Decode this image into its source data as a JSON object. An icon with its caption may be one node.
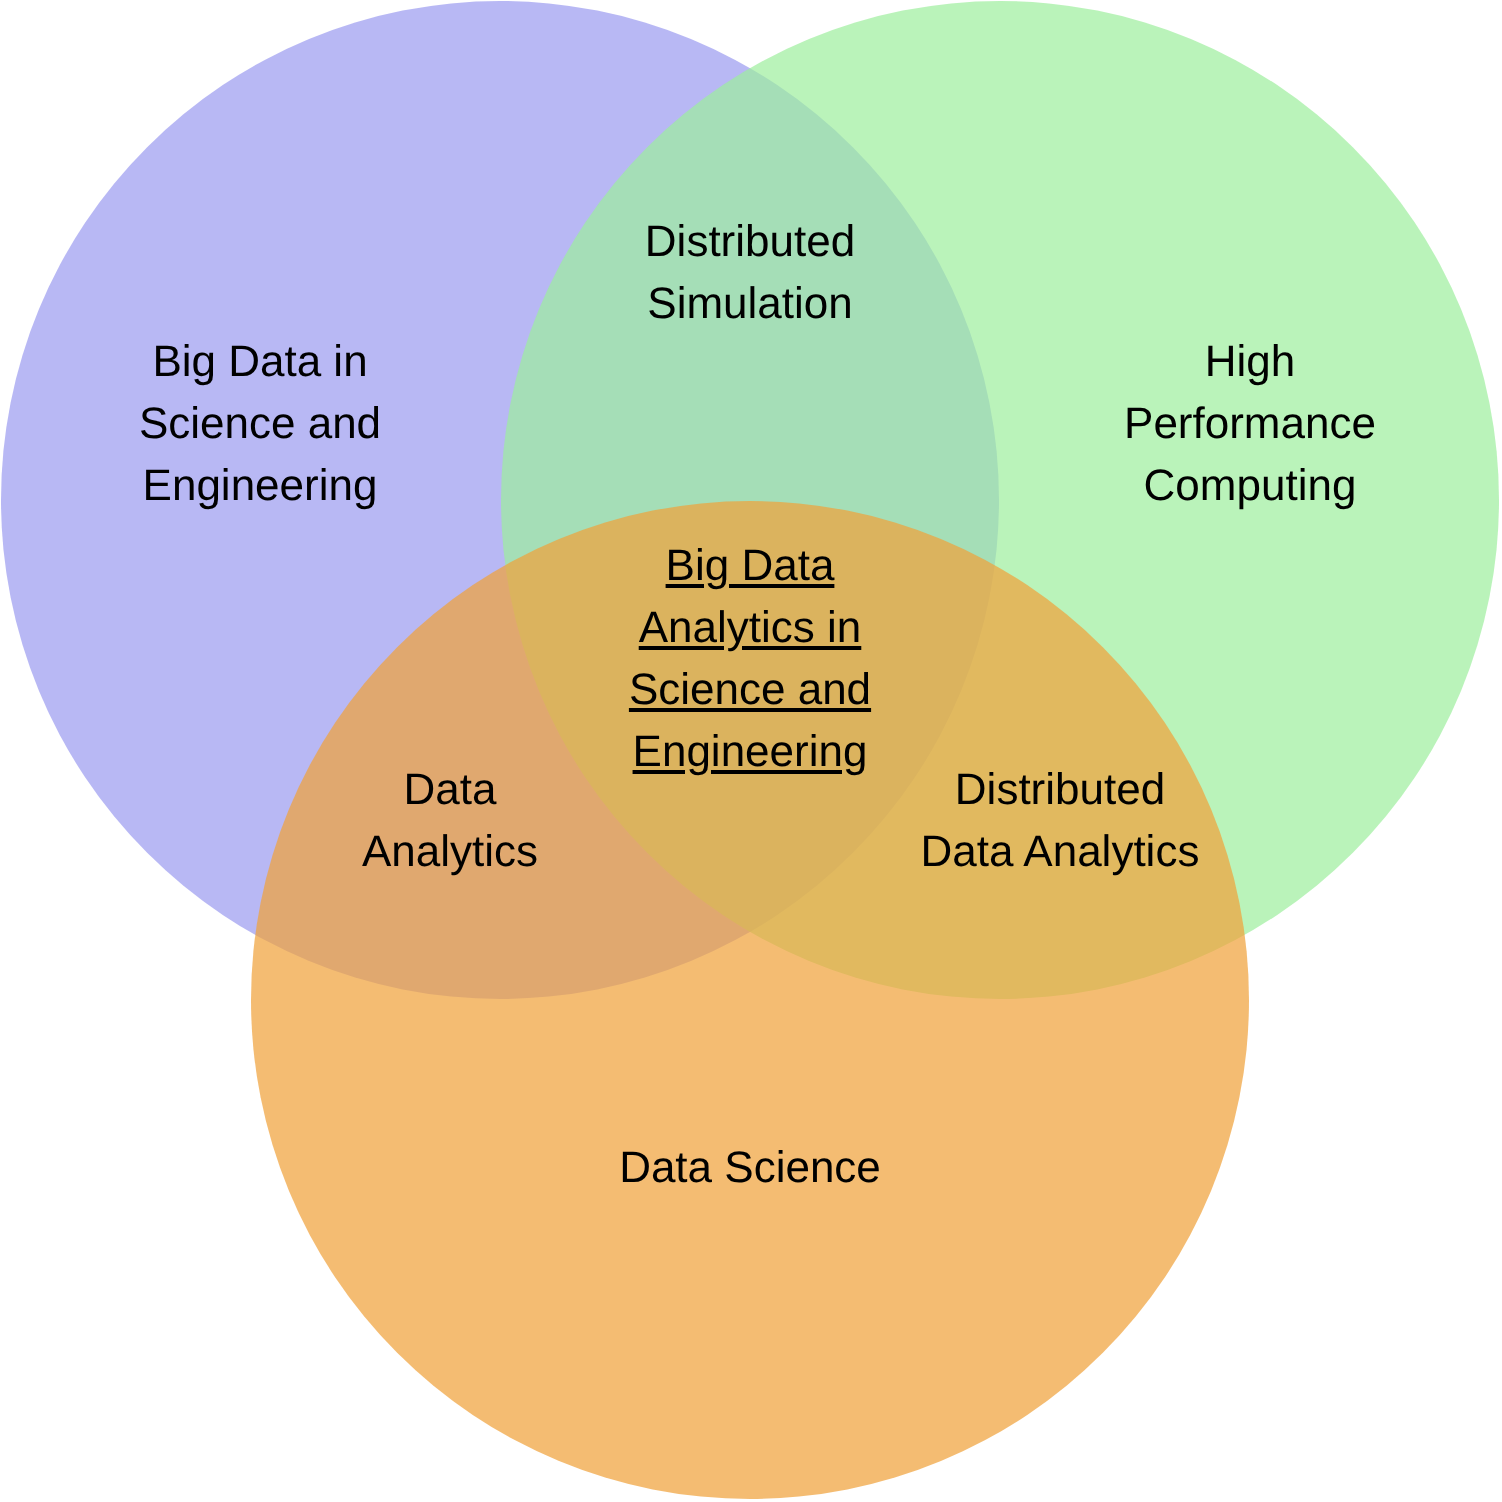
{
  "diagram": {
    "nodes": [
      {
        "text": [
          "Big Data in Science and Engineering"
        ]
      },
      {
        "text": [
          "High Performance Computing"
        ]
      },
      {
        "text": [
          "Data Science"
        ]
      }
    ],
    "labels": [
      "Distributed Simulation",
      "Data Analytics",
      "Distributed Data Analytics",
      "Big Data Analytics in Science and Engineering"
    ]
  }
}
